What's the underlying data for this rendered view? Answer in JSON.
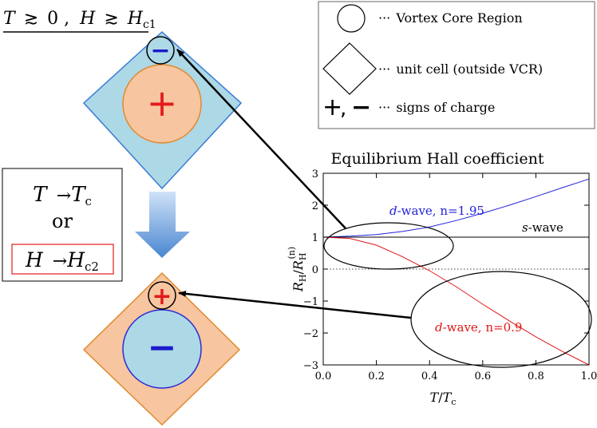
{
  "top_condition": {
    "T": "T",
    "rel1": "≳",
    "zero": "0",
    "H": "H",
    "rel2": "≳",
    "Hc1_main": "H",
    "Hc1_sub": "c1"
  },
  "upper_diagram": {
    "inner_sign": "+",
    "vortex_sign": "−",
    "colors": {
      "cell": "#add8e6",
      "cell_stroke": "#3a7bd5",
      "core": "#f7c59f",
      "core_stroke": "#e08a2e",
      "plus": "#e31b1b",
      "minus": "#1a1acc"
    }
  },
  "lower_diagram": {
    "inner_sign": "−",
    "vortex_sign": "+",
    "colors": {
      "cell": "#f7c59f",
      "cell_stroke": "#e08a2e",
      "core": "#add8e6",
      "core_stroke": "#2b2bd6",
      "plus": "#e31b1b",
      "minus": "#1a1acc"
    }
  },
  "transition_box": {
    "line1_T": "T",
    "line1_arrow": "→",
    "line1_Tc_main": "T",
    "line1_Tc_sub": "c",
    "or": "or",
    "line2_H": "H",
    "line2_arrow": "→",
    "line2_Hc2_main": "H",
    "line2_Hc2_sub": "c2"
  },
  "legend": {
    "items": [
      {
        "symbol": "circle",
        "dots": "···",
        "text": "Vortex Core Region"
      },
      {
        "symbol": "diamond",
        "dots": "···",
        "text": "unit cell (outside VCR)"
      },
      {
        "symbol": "signs",
        "plus": "+",
        "comma": ",",
        "minus": "−",
        "dots": "···",
        "text": "signs of charge"
      }
    ]
  },
  "chart_data": {
    "type": "line",
    "title": "Equilibrium Hall coefficient",
    "xlabel": "T/T_c",
    "ylabel": "R_H/R_H^(n)",
    "xlim": [
      0,
      1
    ],
    "ylim": [
      -3,
      3
    ],
    "xticks": [
      "0.0",
      "0.2",
      "0.4",
      "0.6",
      "0.8",
      "1.0"
    ],
    "yticks": [
      "−3",
      "−2",
      "−1",
      "0",
      "1",
      "2",
      "3"
    ],
    "reference_line_y": 0,
    "series": [
      {
        "name": "d-wave, n=1.95",
        "color": "#2222dd",
        "x": [
          0,
          0.1,
          0.2,
          0.3,
          0.4,
          0.5,
          0.6,
          0.7,
          0.8,
          0.9,
          1.0
        ],
        "y": [
          1.0,
          1.03,
          1.08,
          1.18,
          1.32,
          1.52,
          1.75,
          2.0,
          2.27,
          2.55,
          2.82
        ]
      },
      {
        "name": "s-wave",
        "color": "#000000",
        "x": [
          0,
          1.0
        ],
        "y": [
          1.0,
          1.0
        ]
      },
      {
        "name": "d-wave, n=0.9",
        "color": "#e01818",
        "x": [
          0,
          0.1,
          0.2,
          0.3,
          0.4,
          0.5,
          0.6,
          0.7,
          0.8,
          0.9,
          1.0
        ],
        "y": [
          1.0,
          0.96,
          0.75,
          0.38,
          -0.05,
          -0.55,
          -1.1,
          -1.62,
          -2.12,
          -2.58,
          -3.0
        ]
      }
    ],
    "annotations": [
      {
        "label_prefix": "d",
        "label_rest": "-wave, n=",
        "label_value": "1.95",
        "color": "#2222dd"
      },
      {
        "label_prefix": "s",
        "label_rest": "-wave",
        "label_value": "",
        "color": "#000000"
      },
      {
        "label_prefix": "d",
        "label_rest": "-wave, n=",
        "label_value": "0.9",
        "color": "#e01818"
      }
    ]
  }
}
